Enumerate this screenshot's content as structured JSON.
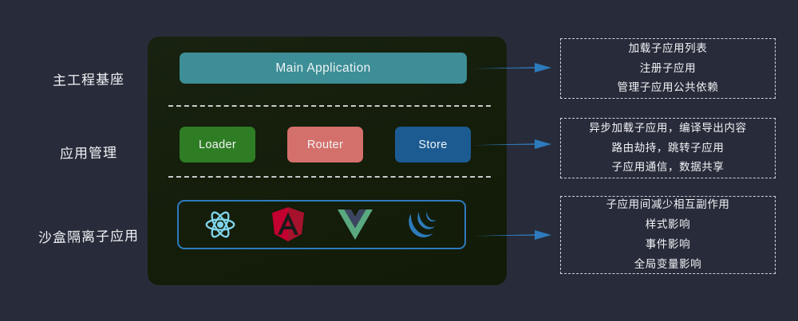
{
  "theme": {
    "page_background": "#282c3a",
    "panel_background": "#162009",
    "accent_blue": "#2d7bbd",
    "main_app_color": "#3d8e96",
    "loader_color": "#2e7d24",
    "router_color": "#d4706b",
    "store_color": "#1c5b92",
    "note_border": "#cfd3dc",
    "text_color": "#f2f3f6"
  },
  "stages": [
    {
      "id": "base",
      "label": "主工程基座"
    },
    {
      "id": "manage",
      "label": "应用管理"
    },
    {
      "id": "sandbox",
      "label": "沙盒隔离子应用"
    }
  ],
  "panel": {
    "main_application": {
      "label": "Main Application"
    },
    "modules": [
      {
        "id": "loader",
        "label": "Loader"
      },
      {
        "id": "router",
        "label": "Router"
      },
      {
        "id": "store",
        "label": "Store"
      }
    ],
    "frameworks": [
      {
        "id": "react",
        "icon": "react-logo-icon",
        "color": "#61dafb"
      },
      {
        "id": "angular",
        "icon": "angular-logo-icon",
        "color": "#c3002f"
      },
      {
        "id": "vue",
        "icon": "vue-logo-icon",
        "color": "#5aa87f"
      },
      {
        "id": "jquery",
        "icon": "jquery-logo-icon",
        "color": "#2d7bbd"
      }
    ]
  },
  "arrows": [
    {
      "id": "arrow-1",
      "icon": "arrow-right-icon"
    },
    {
      "id": "arrow-2",
      "icon": "arrow-right-icon"
    },
    {
      "id": "arrow-3",
      "icon": "arrow-right-icon"
    }
  ],
  "notes": [
    {
      "id": "note-1",
      "lines": [
        "加载子应用列表",
        "注册子应用",
        "管理子应用公共依赖"
      ]
    },
    {
      "id": "note-2",
      "lines": [
        "异步加载子应用，编译导出内容",
        "路由劫持，跳转子应用",
        "子应用通信，数据共享"
      ]
    },
    {
      "id": "note-3",
      "lines": [
        "子应用间减少相互副作用",
        "样式影响",
        "事件影响",
        "全局变量影响"
      ]
    }
  ]
}
